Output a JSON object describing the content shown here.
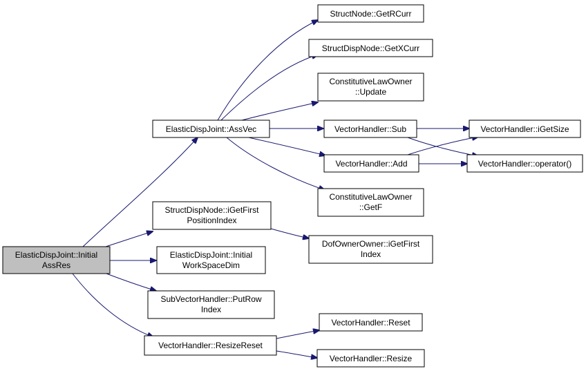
{
  "nodes": {
    "root": [
      "ElasticDispJoint::Initial",
      "AssRes"
    ],
    "assvec": [
      "ElasticDispJoint::AssVec"
    ],
    "getrcurr": [
      "StructNode::GetRCurr"
    ],
    "getxcurr": [
      "StructDispNode::GetXCurr"
    ],
    "claw_update": [
      "ConstitutiveLawOwner",
      "::Update"
    ],
    "vh_sub": [
      "VectorHandler::Sub"
    ],
    "vh_add": [
      "VectorHandler::Add"
    ],
    "claw_getf": [
      "ConstitutiveLawOwner",
      "::GetF"
    ],
    "vh_igetsize": [
      "VectorHandler::iGetSize"
    ],
    "vh_operator": [
      "VectorHandler::operator()"
    ],
    "sdn_igetfirst": [
      "StructDispNode::iGetFirst",
      "PositionIndex"
    ],
    "doo_igetfirst": [
      "DofOwnerOwner::iGetFirst",
      "Index"
    ],
    "edj_workspace": [
      "ElasticDispJoint::Initial",
      "WorkSpaceDim"
    ],
    "svh_putrow": [
      "SubVectorHandler::PutRow",
      "Index"
    ],
    "vh_resizereset": [
      "VectorHandler::ResizeReset"
    ],
    "vh_reset": [
      "VectorHandler::Reset"
    ],
    "vh_resize": [
      "VectorHandler::Resize"
    ]
  },
  "colors": {
    "edge": "#191970",
    "root_fill": "#bfbfbf",
    "node_fill": "#ffffff",
    "node_stroke": "#000000"
  }
}
